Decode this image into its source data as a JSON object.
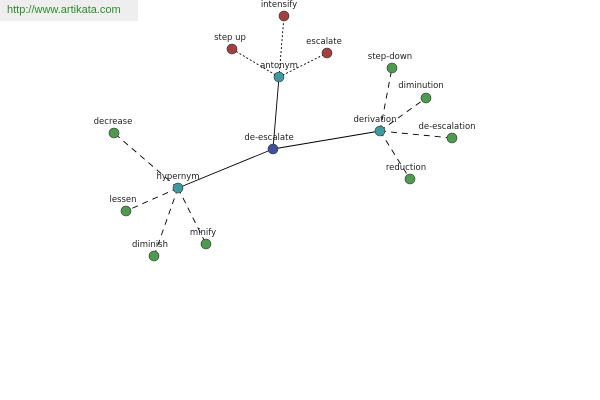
{
  "banner": {
    "url_text": "http://www.artikata.com"
  },
  "colors": {
    "root": "#3f4f9a",
    "relation": "#3f9aa0",
    "green_leaf": "#4f9a4f",
    "red_leaf": "#a04040",
    "edge": "#000000"
  },
  "graph": {
    "nodes": [
      {
        "id": "de-escalate",
        "label": "de-escalate",
        "kind": "root"
      },
      {
        "id": "antonym",
        "label": "antonym",
        "kind": "relation"
      },
      {
        "id": "derivation",
        "label": "derivation",
        "kind": "relation"
      },
      {
        "id": "hypernym",
        "label": "hypernym",
        "kind": "relation"
      },
      {
        "id": "intensify",
        "label": "intensify",
        "kind": "red_leaf"
      },
      {
        "id": "step-up",
        "label": "step up",
        "kind": "red_leaf"
      },
      {
        "id": "escalate",
        "label": "escalate",
        "kind": "red_leaf"
      },
      {
        "id": "step-down",
        "label": "step-down",
        "kind": "green_leaf"
      },
      {
        "id": "diminution",
        "label": "diminution",
        "kind": "green_leaf"
      },
      {
        "id": "de-escalation",
        "label": "de-escalation",
        "kind": "green_leaf"
      },
      {
        "id": "reduction",
        "label": "reduction",
        "kind": "green_leaf"
      },
      {
        "id": "decrease",
        "label": "decrease",
        "kind": "green_leaf"
      },
      {
        "id": "lessen",
        "label": "lessen",
        "kind": "green_leaf"
      },
      {
        "id": "diminish",
        "label": "diminish",
        "kind": "green_leaf"
      },
      {
        "id": "minify",
        "label": "minify",
        "kind": "green_leaf"
      }
    ],
    "edges": [
      {
        "from": "de-escalate",
        "to": "antonym",
        "style": "solid"
      },
      {
        "from": "de-escalate",
        "to": "derivation",
        "style": "solid"
      },
      {
        "from": "de-escalate",
        "to": "hypernym",
        "style": "solid"
      },
      {
        "from": "antonym",
        "to": "intensify",
        "style": "dotted"
      },
      {
        "from": "antonym",
        "to": "step-up",
        "style": "dotted"
      },
      {
        "from": "antonym",
        "to": "escalate",
        "style": "dotted"
      },
      {
        "from": "derivation",
        "to": "step-down",
        "style": "dashed"
      },
      {
        "from": "derivation",
        "to": "diminution",
        "style": "dashed"
      },
      {
        "from": "derivation",
        "to": "de-escalation",
        "style": "dashed"
      },
      {
        "from": "derivation",
        "to": "reduction",
        "style": "dashed"
      },
      {
        "from": "hypernym",
        "to": "decrease",
        "style": "dashed"
      },
      {
        "from": "hypernym",
        "to": "lessen",
        "style": "dashed"
      },
      {
        "from": "hypernym",
        "to": "diminish",
        "style": "dashed"
      },
      {
        "from": "hypernym",
        "to": "minify",
        "style": "dashed"
      }
    ]
  }
}
